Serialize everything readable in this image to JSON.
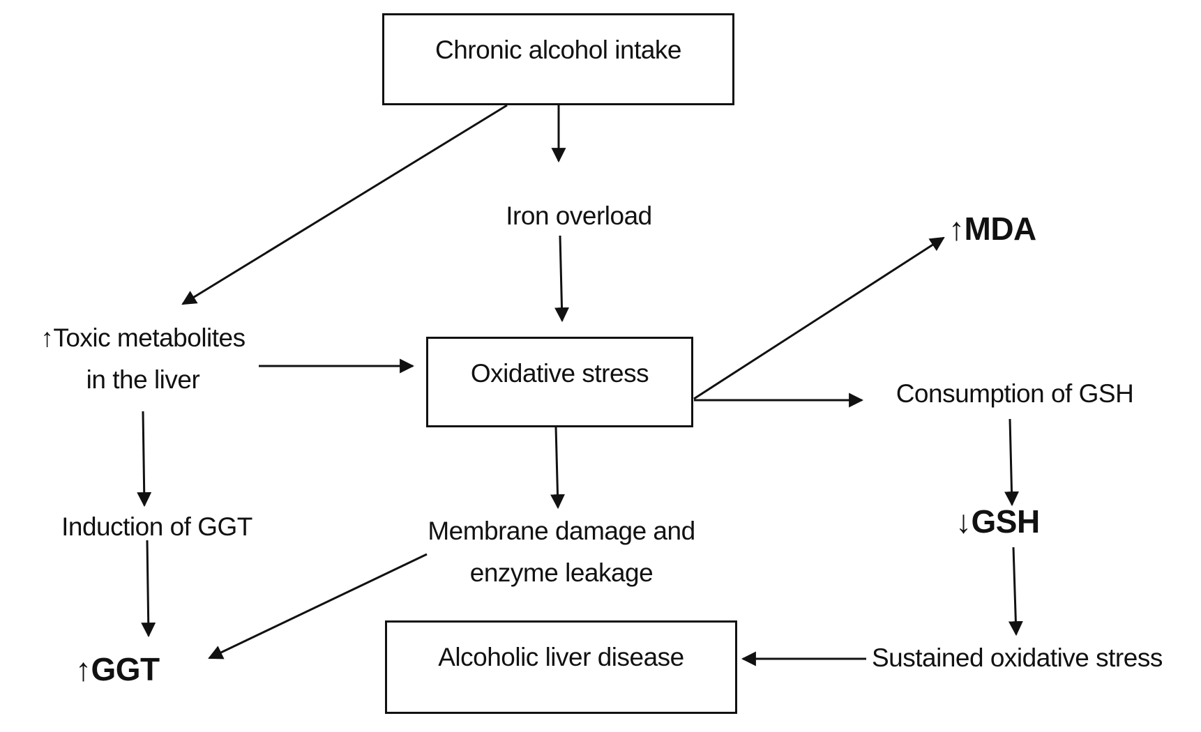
{
  "diagram": {
    "type": "flowchart",
    "nodes": {
      "chronic_alcohol": {
        "label": "Chronic alcohol intake",
        "shape": "box"
      },
      "iron_overload": {
        "label": "Iron overload",
        "shape": "text"
      },
      "toxic_metabolites": {
        "arrow": "↑",
        "line1": "Toxic metabolites",
        "line2": "in the liver",
        "shape": "text"
      },
      "oxidative_stress": {
        "label": "Oxidative stress",
        "shape": "box"
      },
      "mda": {
        "arrow": "↑",
        "label": "MDA",
        "shape": "bold-text"
      },
      "consumption_gsh": {
        "label": "Consumption of GSH",
        "shape": "text"
      },
      "induction_ggt": {
        "label": "Induction of GGT",
        "shape": "text"
      },
      "membrane_damage": {
        "line1": "Membrane damage and",
        "line2": "enzyme leakage",
        "shape": "text"
      },
      "gsh": {
        "arrow": "↓",
        "label": "GSH",
        "shape": "bold-text"
      },
      "ggt": {
        "arrow": "↑",
        "label": "GGT",
        "shape": "bold-text"
      },
      "alcoholic_liver_disease": {
        "label": "Alcoholic liver disease",
        "shape": "box"
      },
      "sustained_oxidative_stress": {
        "label": "Sustained oxidative stress",
        "shape": "text"
      }
    },
    "edges": [
      {
        "from": "chronic_alcohol",
        "to": "toxic_metabolites"
      },
      {
        "from": "chronic_alcohol",
        "to": "iron_overload"
      },
      {
        "from": "iron_overload",
        "to": "oxidative_stress"
      },
      {
        "from": "toxic_metabolites",
        "to": "oxidative_stress"
      },
      {
        "from": "toxic_metabolites",
        "to": "induction_ggt"
      },
      {
        "from": "oxidative_stress",
        "to": "mda"
      },
      {
        "from": "oxidative_stress",
        "to": "consumption_gsh"
      },
      {
        "from": "oxidative_stress",
        "to": "membrane_damage"
      },
      {
        "from": "consumption_gsh",
        "to": "gsh"
      },
      {
        "from": "gsh",
        "to": "sustained_oxidative_stress"
      },
      {
        "from": "induction_ggt",
        "to": "ggt"
      },
      {
        "from": "membrane_damage",
        "to": "ggt"
      },
      {
        "from": "sustained_oxidative_stress",
        "to": "alcoholic_liver_disease"
      }
    ]
  }
}
